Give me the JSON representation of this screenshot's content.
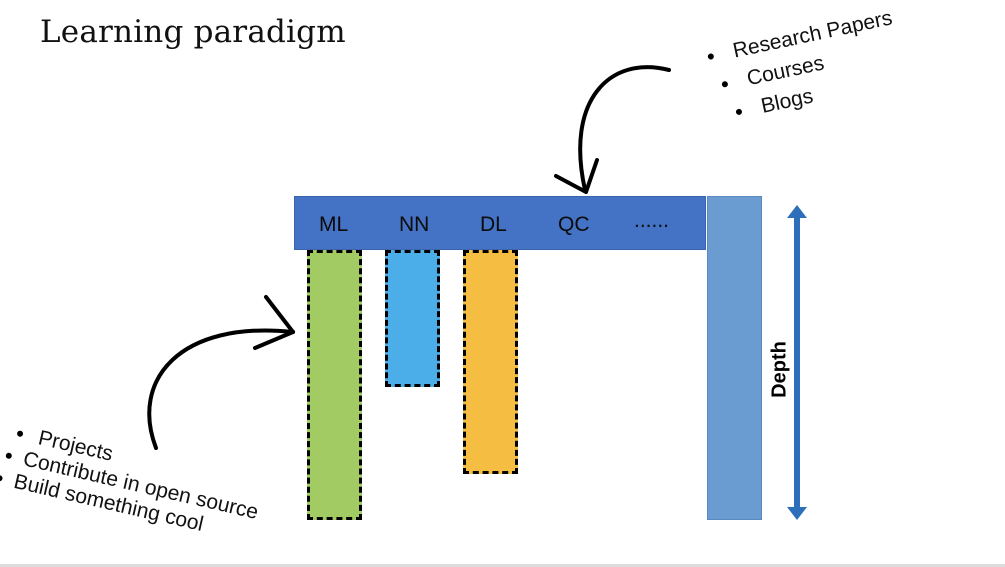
{
  "title": "Learning paradigm",
  "topics": [
    {
      "label": "ML",
      "depth": 0.83,
      "color": "#a2cb63"
    },
    {
      "label": "NN",
      "depth": 0.42,
      "color": "#4baee8"
    },
    {
      "label": "DL",
      "depth": 0.69,
      "color": "#f5bd42"
    },
    {
      "label": "QC",
      "depth": null,
      "color": null
    },
    {
      "label": "......",
      "depth": null,
      "color": null
    }
  ],
  "colors": {
    "topbar": "#4472c4",
    "depth_column": "#6a9bd1",
    "depth_arrow": "#2e6fbc"
  },
  "depth_label": "Depth",
  "breadth_sources": {
    "items": [
      "Research Papers",
      "Courses",
      "Blogs"
    ]
  },
  "depth_sources": {
    "items": [
      "Projects",
      "Contribute in open source",
      "Build something cool"
    ]
  }
}
